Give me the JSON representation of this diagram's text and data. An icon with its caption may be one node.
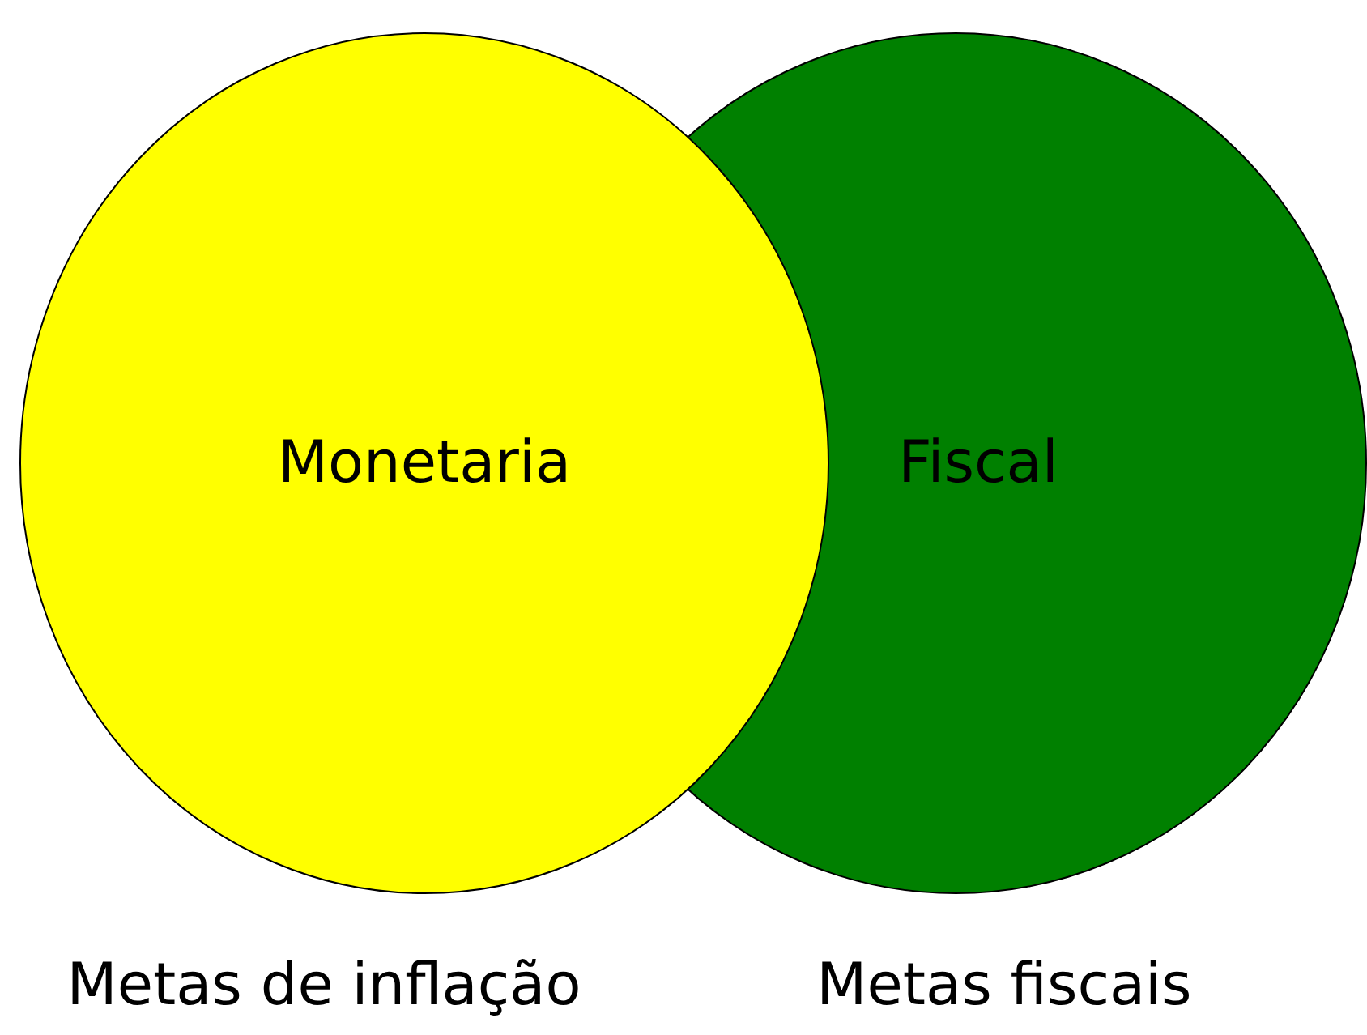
{
  "diagram": {
    "nodes": [
      {
        "text": [
          "Monetaria"
        ],
        "beside": [
          "Metas de inflação"
        ]
      },
      {
        "text": [
          "Fiscal"
        ],
        "beside": [
          "Metas fiscais"
        ]
      }
    ]
  }
}
